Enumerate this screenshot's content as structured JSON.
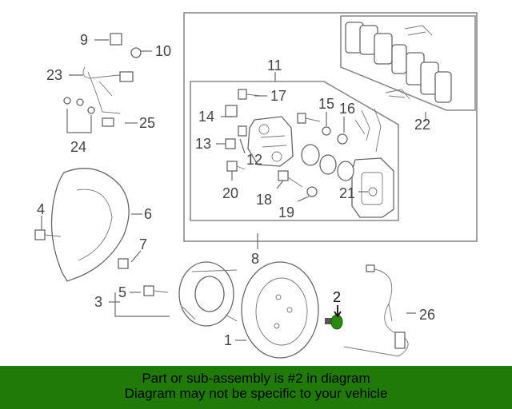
{
  "callouts": {
    "c1": "1",
    "c2": "2",
    "c3": "3",
    "c4": "4",
    "c5": "5",
    "c6": "6",
    "c7": "7",
    "c8": "8",
    "c9": "9",
    "c10": "10",
    "c11": "11",
    "c12": "12",
    "c13": "13",
    "c14": "14",
    "c15": "15",
    "c16": "16",
    "c17": "17",
    "c18": "18",
    "c19": "19",
    "c20": "20",
    "c21": "21",
    "c22": "22",
    "c23": "23",
    "c24": "24",
    "c25": "25",
    "c26": "26"
  },
  "highlight_part": "2",
  "highlight_color": "#2a8a0a",
  "banner": {
    "line1": "Part or sub-assembly is #2 in diagram",
    "line2": "Diagram may not be specific to your vehicle",
    "background": "#1f7a08"
  }
}
